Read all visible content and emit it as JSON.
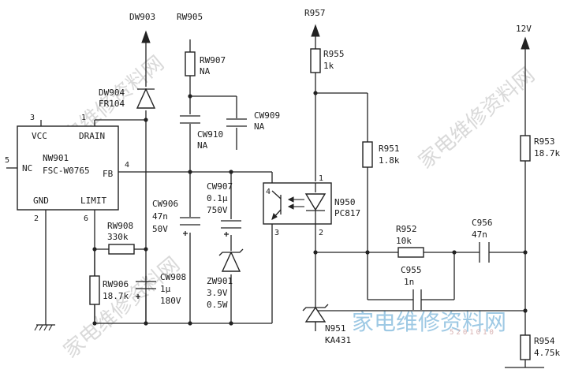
{
  "labels": {
    "dw903": "DW903",
    "rw905": "RW905",
    "r957": "R957",
    "v12": "12V",
    "rw907": "RW907",
    "rw907_val": "NA",
    "r955": "R955",
    "r955_val": "1k",
    "dw904": "DW904",
    "dw904_val": "FR104",
    "cw909": "CW909",
    "cw909_val": "NA",
    "cw910": "CW910",
    "cw910_val": "NA",
    "r951": "R951",
    "r951_val": "1.8k",
    "r953": "R953",
    "r953_val": "18.7k",
    "ic_ref": "NW901",
    "ic_part": "FSC-W0765",
    "ic_vcc": "VCC",
    "ic_drain": "DRAIN",
    "ic_nc": "NC",
    "ic_fb": "FB",
    "ic_gnd": "GND",
    "ic_limit": "LIMIT",
    "pin1": "1",
    "pin2": "2",
    "pin3": "3",
    "pin4": "4",
    "pin5": "5",
    "pin6": "6",
    "cw907": "CW907",
    "cw907_val1": "0.1μ",
    "cw907_val2": "750V",
    "cw906": "CW906",
    "cw906_val1": "47n",
    "cw906_val2": "50V",
    "opto_ref": "N950",
    "opto_part": "PC817",
    "opto_p1": "1",
    "opto_p2": "2",
    "opto_p3": "3",
    "opto_p4": "4",
    "rw908": "RW908",
    "rw908_val": "330k",
    "r952": "R952",
    "r952_val": "10k",
    "c956": "C956",
    "c956_val": "47n",
    "rw906": "RW906",
    "rw906_val": "18.7k",
    "cw908": "CW908",
    "cw908_val1": "1μ",
    "cw908_val2": "180V",
    "zw901": "ZW901",
    "zw901_val1": "3.9V",
    "zw901_val2": "0.5W",
    "c955": "C955",
    "c955_val": "1n",
    "n951": "N951",
    "n951_part": "KA431",
    "r954": "R954",
    "r954_val": "4.75k"
  },
  "watermarks": {
    "site_cn": "家电维修资料网",
    "site_num": "5201010"
  }
}
